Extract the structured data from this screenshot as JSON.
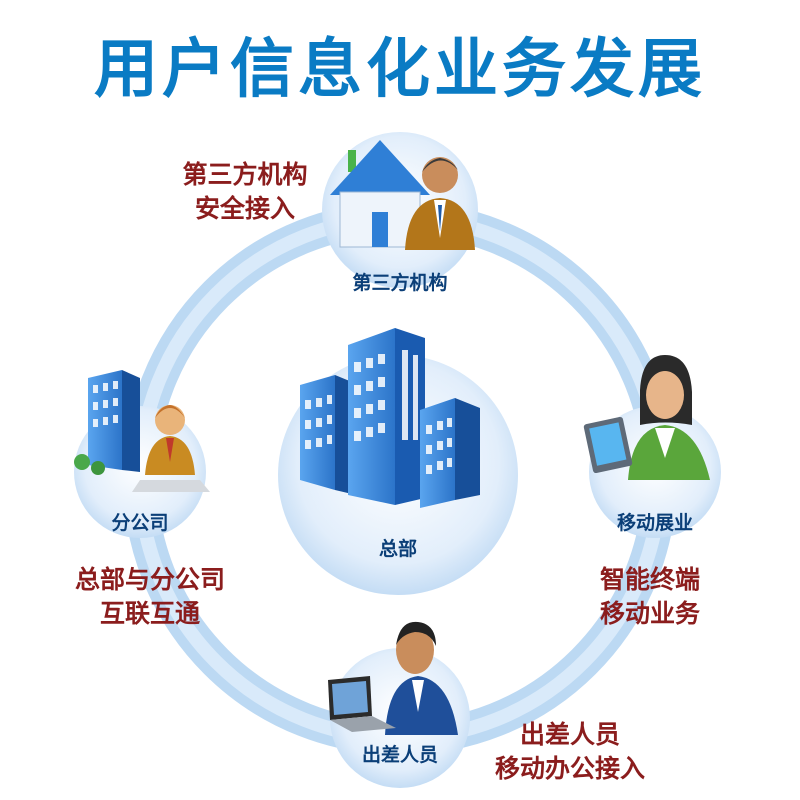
{
  "title": "用户信息化业务发展",
  "nodes": {
    "center": {
      "label": "总部",
      "icon": "office-buildings-icon"
    },
    "top": {
      "label": "第三方机构",
      "icon": "house-with-businessman-icon"
    },
    "left": {
      "label": "分公司",
      "icon": "branch-office-with-worker-icon"
    },
    "right": {
      "label": "移动展业",
      "icon": "businesswoman-with-tablet-icon"
    },
    "bottom": {
      "label": "出差人员",
      "icon": "traveler-with-laptop-icon"
    }
  },
  "annotations": {
    "top": [
      "第三方机构",
      "安全接入"
    ],
    "left": [
      "总部与分公司",
      "互联互通"
    ],
    "right": [
      "智能终端",
      "移动业务"
    ],
    "bottom": [
      "出差人员",
      "移动办公接入"
    ]
  },
  "colors": {
    "title": "#0a7bc4",
    "annotation": "#8b1d1d",
    "label": "#0b3f78",
    "ring": "#bcd9f3"
  }
}
